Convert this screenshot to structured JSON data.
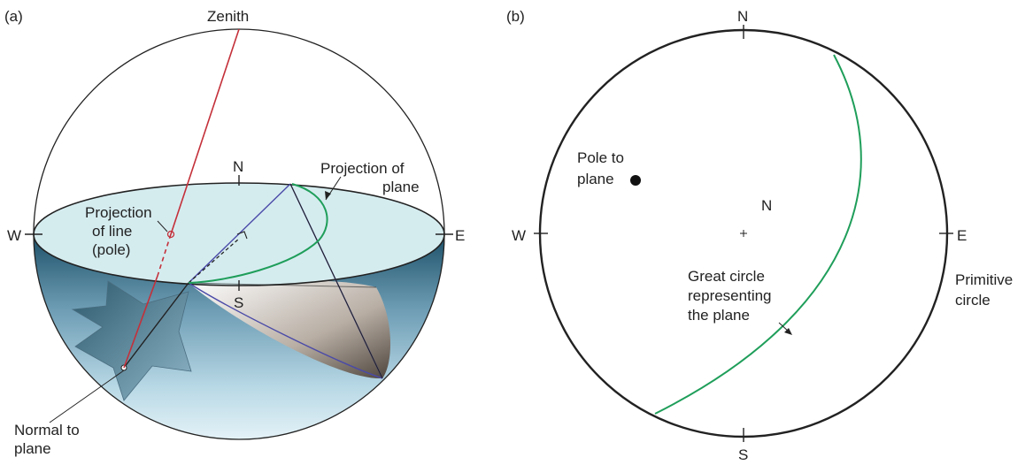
{
  "panel_a": {
    "label": "(a)",
    "zenith": "Zenith",
    "north": "N",
    "south": "S",
    "west": "W",
    "east": "E",
    "projection_of_line": [
      "Projection",
      "of line",
      "(pole)"
    ],
    "projection_of_plane": [
      "Projection of",
      "plane"
    ],
    "normal_to_plane": [
      "Normal to",
      "plane"
    ]
  },
  "panel_b": {
    "label": "(b)",
    "north": "N",
    "south": "S",
    "west": "W",
    "east": "E",
    "center_label": "N",
    "pole_to_plane": [
      "Pole to",
      "plane"
    ],
    "great_circle": [
      "Great circle",
      "representing",
      "the plane"
    ],
    "primitive_circle": [
      "Primitive",
      "circle"
    ]
  },
  "colors": {
    "zenith_line": "#c4303a",
    "great_circle": "#1f9e5a",
    "plane_edge": "#4a4aa8",
    "equatorial_plane": "#d5ecef",
    "outline": "#222222"
  }
}
